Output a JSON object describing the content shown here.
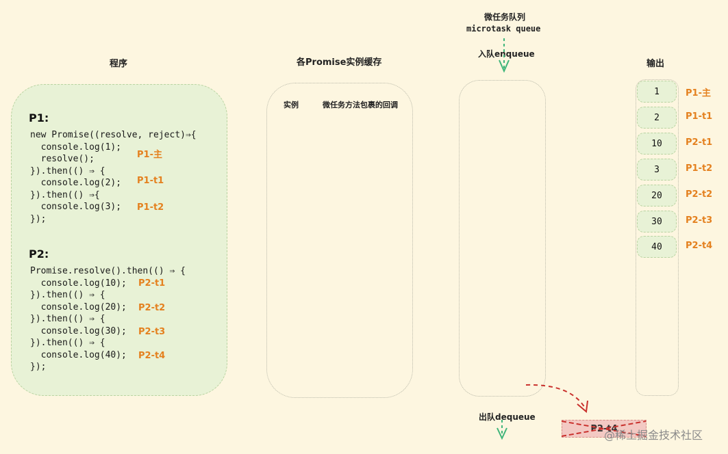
{
  "headers": {
    "program": "程序",
    "cache": "各Promise实例缓存",
    "queue_cn": "微任务队列",
    "queue_en": "microtask queue",
    "enqueue": "入队enqueue",
    "dequeue": "出队dequeue",
    "output": "输出"
  },
  "cache_columns": {
    "instance": "实例",
    "callback": "微任务方法包裹的回调"
  },
  "p1": {
    "title": "P1:",
    "lines": [
      "new Promise((resolve, reject)⇒{",
      "  console.log(1);",
      "  resolve();",
      "}).then(() ⇒ {",
      "  console.log(2);",
      "}).then(() ⇒{",
      "  console.log(3);",
      "});"
    ],
    "tags": [
      "P1-主",
      "P1-t1",
      "P1-t2"
    ]
  },
  "p2": {
    "title": "P2:",
    "lines": [
      "Promise.resolve().then(() ⇒ {",
      "  console.log(10);",
      "}).then(() ⇒ {",
      "  console.log(20);",
      "}).then(() ⇒ {",
      "  console.log(30);",
      "}).then(() ⇒ {",
      "  console.log(40);",
      "});"
    ],
    "tags": [
      "P2-t1",
      "P2-t2",
      "P2-t3",
      "P2-t4"
    ]
  },
  "output": [
    {
      "value": "1",
      "tag": "P1-主"
    },
    {
      "value": "2",
      "tag": "P1-t1"
    },
    {
      "value": "10",
      "tag": "P2-t1"
    },
    {
      "value": "3",
      "tag": "P1-t2"
    },
    {
      "value": "20",
      "tag": "P2-t2"
    },
    {
      "value": "30",
      "tag": "P2-t3"
    },
    {
      "value": "40",
      "tag": "P2-t4"
    }
  ],
  "discarded": "P2-t4",
  "watermark": "@稀土掘金技术社区",
  "colors": {
    "background": "#fdf6e0",
    "green_fill": "#e8f2d6",
    "tag_orange": "#e4801e",
    "arrow_green": "#3fb57a",
    "arrow_red": "#c9302c"
  }
}
